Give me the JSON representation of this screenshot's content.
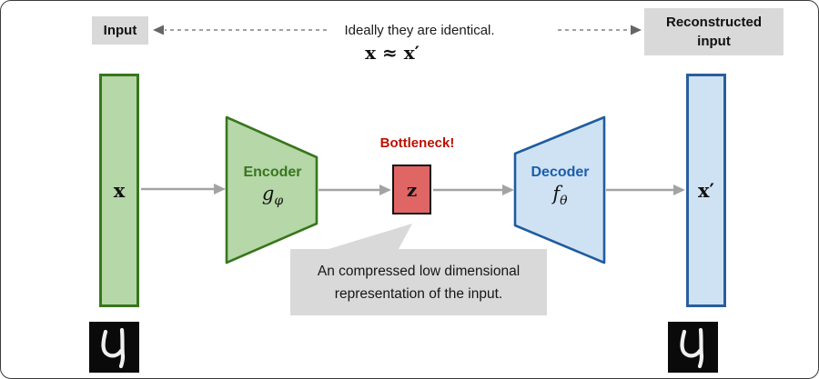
{
  "top": {
    "input_label": "Input",
    "reconstructed_line1": "Reconstructed",
    "reconstructed_line2": "input",
    "identical_text": "Ideally they are identical.",
    "equation": "x ≈ x′"
  },
  "diagram": {
    "input_vector_label": "x",
    "encoder_title": "Encoder",
    "encoder_func_base": "g",
    "encoder_func_sub": "φ",
    "bottleneck_warning": "Bottleneck!",
    "bottleneck_label": "z",
    "decoder_title": "Decoder",
    "decoder_func_base": "f",
    "decoder_func_sub": "θ",
    "output_vector_label": "x′"
  },
  "callout": {
    "line1": "An compressed low dimensional",
    "line2": "representation of the input."
  },
  "digits": {
    "left_value": "4",
    "right_value": "4"
  },
  "colors": {
    "green_fill": "#b6d7a8",
    "green_border": "#38761d",
    "green_text": "#38761d",
    "blue_fill": "#cfe2f3",
    "blue_border": "#2a5e9c",
    "blue_text": "#1b5eab",
    "red_fill": "#e06666",
    "red_warning_text": "#bb1100",
    "gray_box": "#d9d9d9",
    "arrow_gray": "#a3a3a3",
    "dashed_gray": "#808080"
  }
}
